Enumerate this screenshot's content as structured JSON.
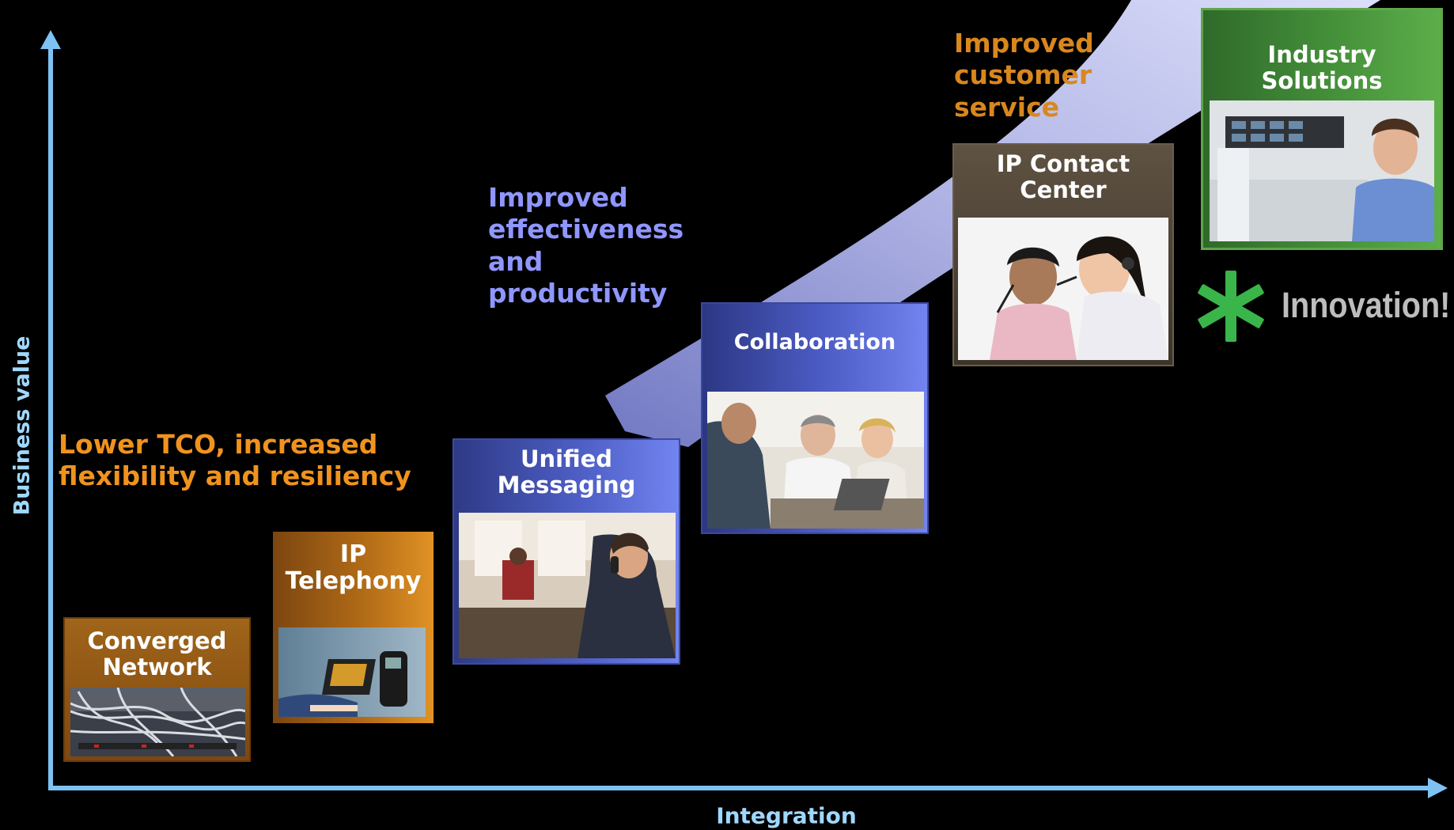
{
  "axes": {
    "x_label": "Integration",
    "y_label": "Business value"
  },
  "captions": {
    "lower_tco": [
      "Lower TCO, increased",
      "flexibility and resiliency"
    ],
    "effectiveness": [
      "Improved",
      "effectiveness",
      "and",
      "productivity"
    ],
    "customer_service": [
      "Improved",
      "customer",
      "service"
    ]
  },
  "stages": [
    {
      "id": "converged-network",
      "title": [
        "Converged",
        "Network"
      ],
      "photo": "network-cables-photo"
    },
    {
      "id": "ip-telephony",
      "title": [
        "IP",
        "Telephony"
      ],
      "photo": "ip-phone-photo"
    },
    {
      "id": "unified-messaging",
      "title": [
        "Unified",
        "Messaging"
      ],
      "photo": "office-phone-call-photo"
    },
    {
      "id": "collaboration",
      "title": [
        "Collaboration"
      ],
      "photo": "meeting-photo"
    },
    {
      "id": "ip-contact-center",
      "title": [
        "IP Contact",
        "Center"
      ],
      "photo": "headset-agents-photo"
    },
    {
      "id": "industry-solutions",
      "title": [
        "Industry",
        "Solutions"
      ],
      "photo": "hospital-worker-photo"
    }
  ],
  "innovation": {
    "label": "Innovation!",
    "icon": "asterisk-icon",
    "icon_color": "#39b54a"
  },
  "colors": {
    "axis": "#9fd8ff",
    "band": "#c4c8f4",
    "caption_orange": "#f0931e",
    "caption_blue": "#8f97ff"
  }
}
